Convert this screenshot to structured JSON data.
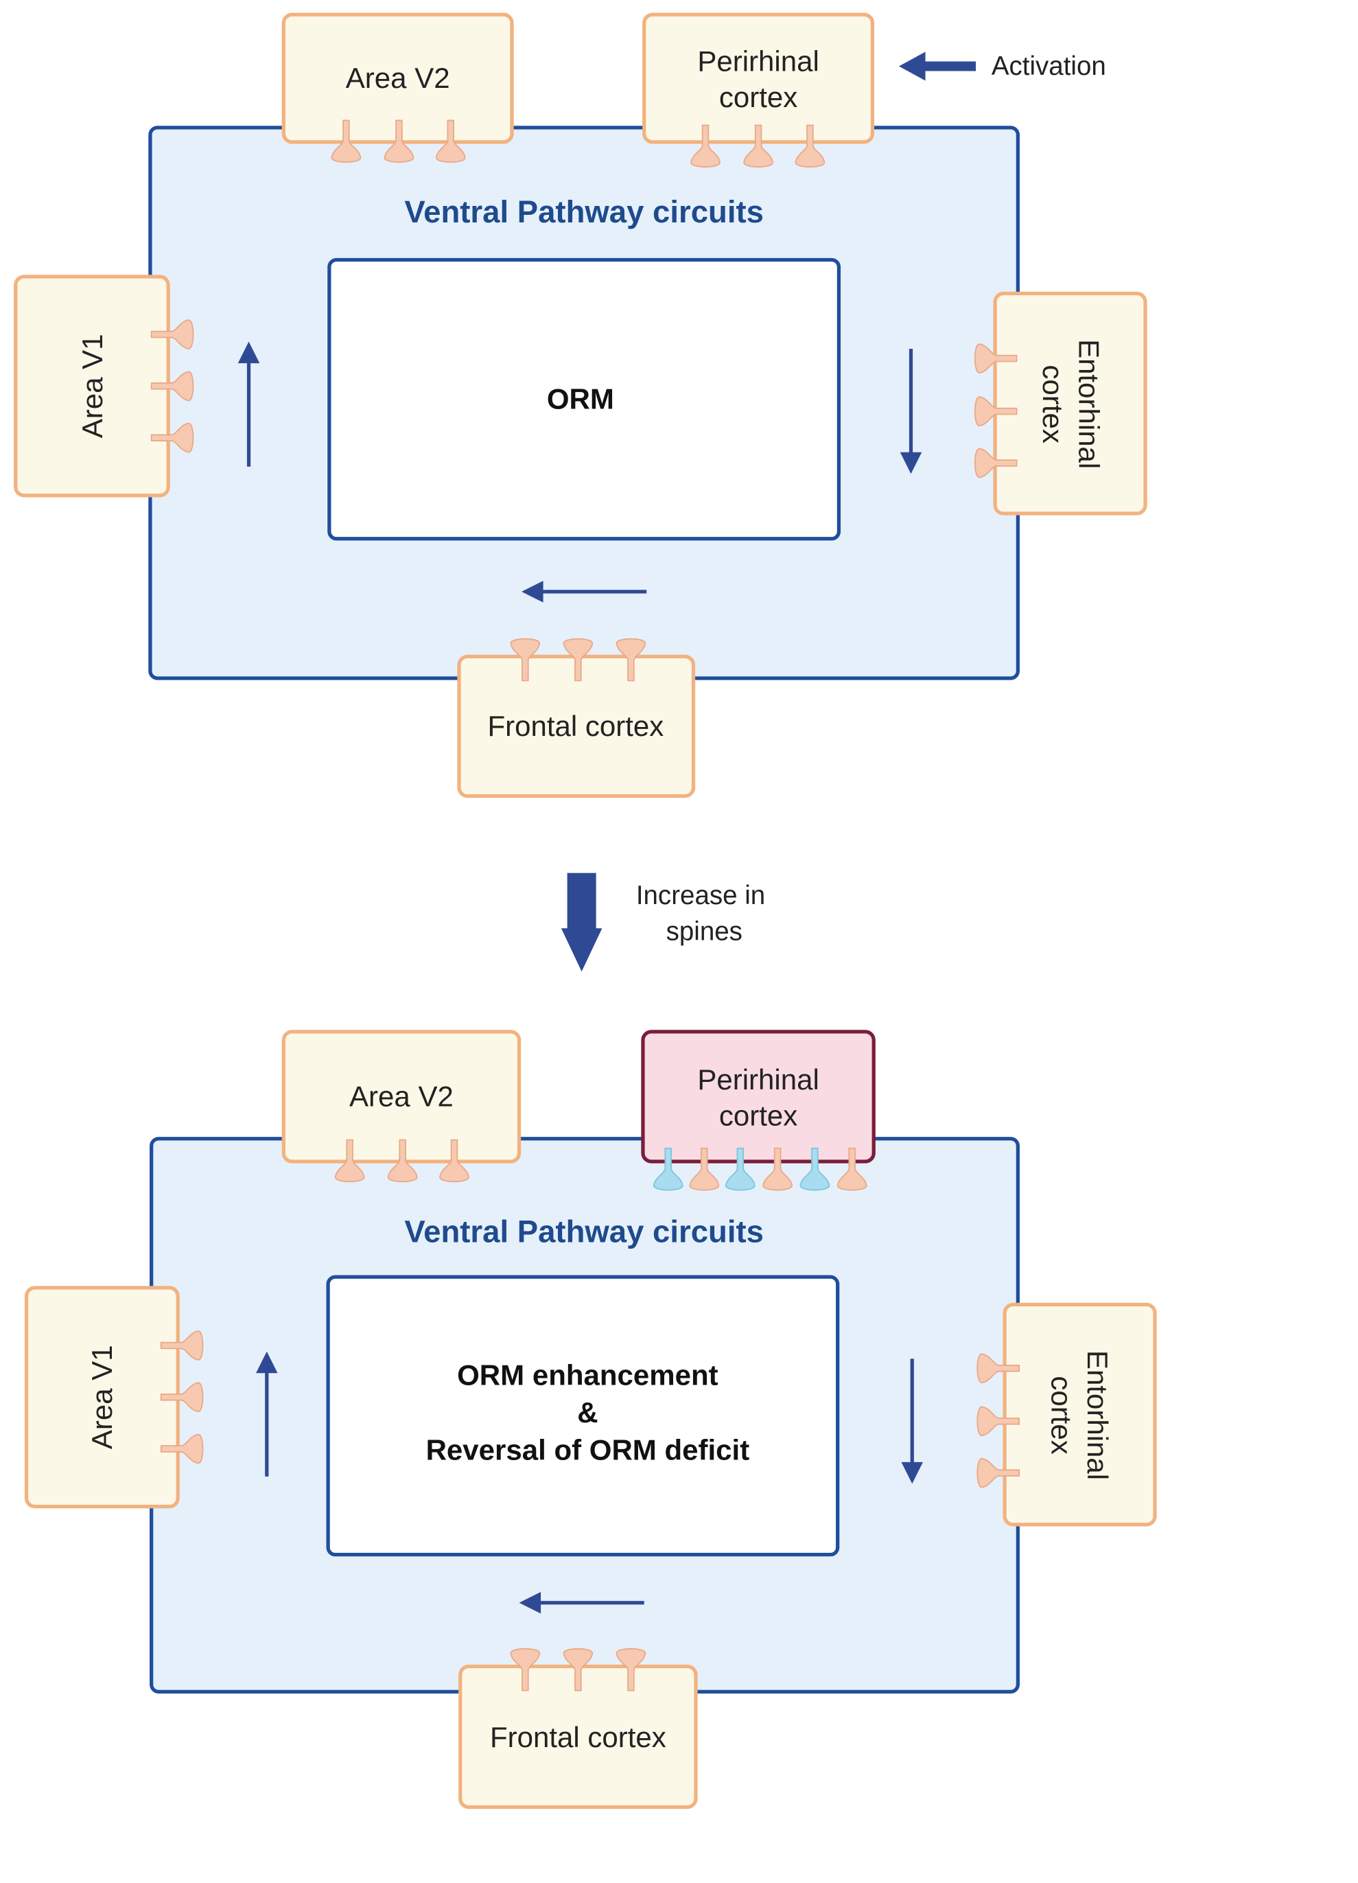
{
  "legend": {
    "activation_label": "Activation",
    "transition_label_line1": "Increase in",
    "transition_label_line2": "spines"
  },
  "panel_top": {
    "title": "Ventral Pathway circuits",
    "center_label": "ORM",
    "area_v2": "Area V2",
    "perirhinal_line1": "Perirhinal",
    "perirhinal_line2": "cortex",
    "area_v1": "Area V1",
    "entorhinal_line1": "Entorhinal",
    "entorhinal_line2": "cortex",
    "frontal": "Frontal cortex"
  },
  "panel_bottom": {
    "title": "Ventral Pathway circuits",
    "center_line1": "ORM enhancement",
    "center_line2": "&",
    "center_line3": "Reversal of ORM deficit",
    "area_v2": "Area V2",
    "perirhinal_line1": "Perirhinal",
    "perirhinal_line2": "cortex",
    "area_v1": "Area V1",
    "entorhinal_line1": "Entorhinal",
    "entorhinal_line2": "cortex",
    "frontal": "Frontal cortex"
  },
  "colors": {
    "pathway_fill": "#e6f0fb",
    "pathway_border": "#1f4e9c",
    "region_fill": "#fbf8e8",
    "region_border": "#f2b27f",
    "activated_fill": "#f9dbe3",
    "activated_border": "#7a1e3a",
    "spine": "#f6c9b0",
    "new_spine": "#a9dcee",
    "arrow": "#2f4a94",
    "title_text": "#1e4b8c"
  }
}
